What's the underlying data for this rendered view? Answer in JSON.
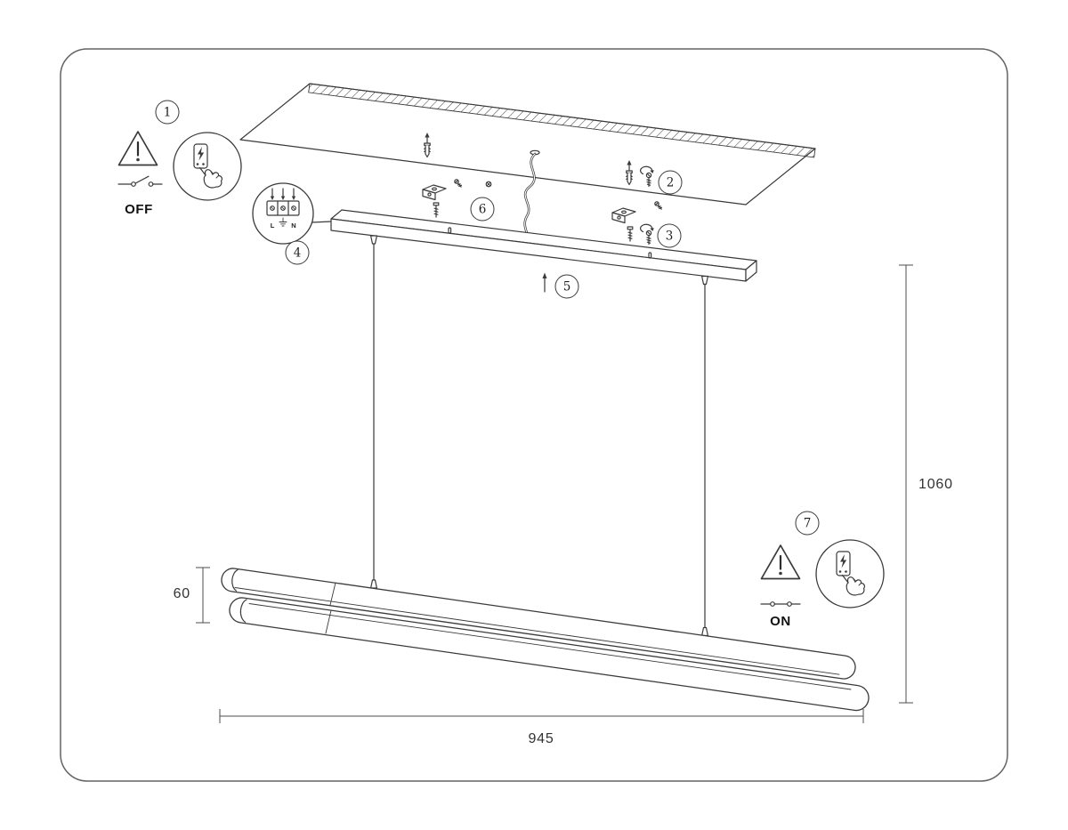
{
  "diagram": {
    "callouts": {
      "c1": "1",
      "c2": "2",
      "c3": "3",
      "c4": "4",
      "c5": "5",
      "c6": "6",
      "c7": "7"
    },
    "switch": {
      "off_label": "OFF",
      "on_label": "ON"
    },
    "dimensions": {
      "suspension_height": "1060",
      "fixture_length": "945",
      "fixture_height": "60"
    },
    "terminal": {
      "live": "L",
      "neutral": "N"
    },
    "colors": {
      "line": "#3a3a3a",
      "frame": "#636363",
      "text": "#2b2b2b"
    }
  }
}
